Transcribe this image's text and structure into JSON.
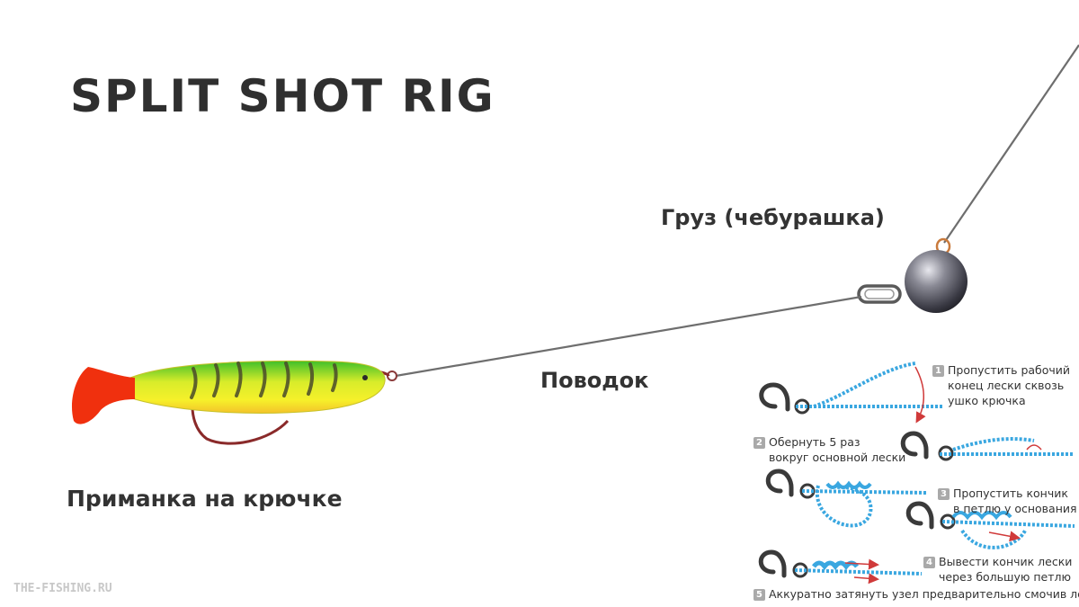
{
  "title": "SPLIT SHOT RIG",
  "labels": {
    "weight": "Груз (чебурашка)",
    "leader": "Поводок",
    "lure": "Приманка на крючке"
  },
  "watermark": "THE-FISHING.RU",
  "knot_steps": [
    {
      "number": "1",
      "lines": [
        "Пропустить рабочий",
        "конец лески сквозь",
        "ушко крючка"
      ]
    },
    {
      "number": "2",
      "lines": [
        "Обернуть 5 раз",
        "вокруг основной лески"
      ]
    },
    {
      "number": "3",
      "lines": [
        "Пропустить кончик",
        "в петлю у основания"
      ]
    },
    {
      "number": "4",
      "lines": [
        "Вывести кончик лески",
        "через большую петлю"
      ]
    },
    {
      "number": "5",
      "lines": [
        "Аккуратно затянуть узел предварительно смочив леску"
      ]
    }
  ],
  "colors": {
    "line": "#6e6e6e",
    "lure_green": "#4fc229",
    "lure_yellow": "#f3ee2a",
    "lure_tail": "#f0300e",
    "knot_line": "#3aa7e0",
    "hook": "#3a3a3a",
    "arrow": "#d03a3a"
  }
}
